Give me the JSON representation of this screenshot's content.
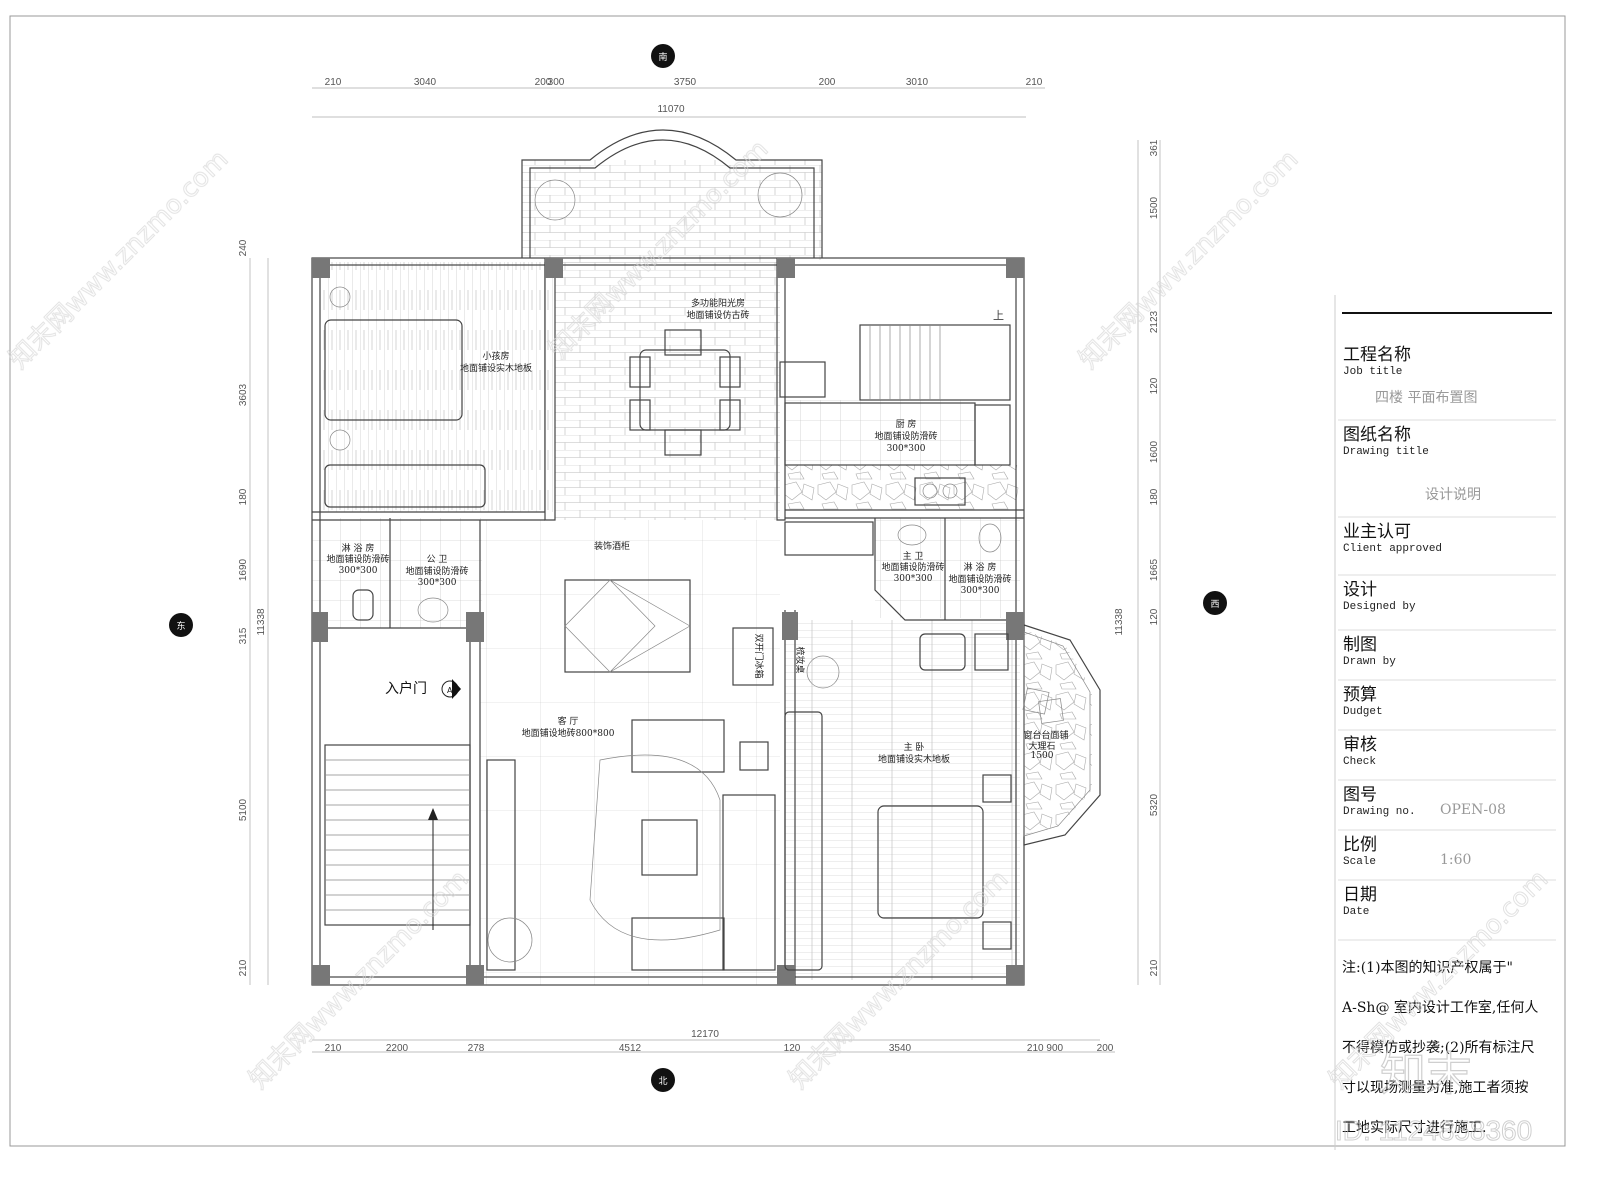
{
  "compass": {
    "south": "南",
    "north": "北",
    "east": "东",
    "west": "西"
  },
  "dimensions": {
    "top": [
      "210",
      "3040",
      "200",
      "300",
      "3750",
      "200",
      "3010",
      "210"
    ],
    "top_total": "11070",
    "bottom": [
      "210",
      "2200",
      "278",
      "4512",
      "120",
      "3540",
      "210 900",
      "200"
    ],
    "bottom_total": "12170",
    "left": [
      "240",
      "3603",
      "180",
      "1690",
      "315",
      "5100",
      "210"
    ],
    "left_total": "11338",
    "right": [
      "361",
      "1500",
      "2123",
      "120",
      "1600",
      "180",
      "1665",
      "120",
      "5320",
      "210"
    ],
    "right_total": "11338"
  },
  "rooms": {
    "kids_room": {
      "name": "小孩房",
      "floor": "地面铺设实木地板"
    },
    "sunroom": {
      "name": "多功能阳光房",
      "floor": "地面铺设仿古砖"
    },
    "kitchen": {
      "name": "厨 房",
      "floor": "地面铺设防滑砖",
      "size": "300*300"
    },
    "shower_left": {
      "name": "淋 浴 房",
      "floor": "地面铺设防滑砖",
      "size": "300*300"
    },
    "public_wc": {
      "name": "公 卫",
      "floor": "地面铺设防滑砖",
      "size": "300*300"
    },
    "wine_cabinet": {
      "name": "装饰酒柜"
    },
    "master_bath": {
      "name": "主 卫",
      "floor": "地面铺设防滑砖",
      "size": "300*300"
    },
    "shower_right": {
      "name": "淋 浴 房",
      "floor": "地面铺设防滑砖",
      "size": "300*300"
    },
    "fridge": {
      "name": "双开门冰箱"
    },
    "dresser": {
      "name": "梳妆桌"
    },
    "living_room": {
      "name": "客 厅",
      "floor": "地面铺设地砖800*800"
    },
    "master_bedroom": {
      "name": "主 卧",
      "floor": "地面铺设实木地板"
    },
    "bay_window": {
      "line1": "窗台台面铺",
      "line2": "大理石",
      "line3": "1500"
    },
    "entrance": {
      "name": "入户门",
      "marker": "A"
    },
    "stairs_up": {
      "name": "上"
    }
  },
  "title_block": {
    "rows": [
      {
        "cn": "工程名称",
        "en": "Job title",
        "value": "四楼  平面布置图"
      },
      {
        "cn": "图纸名称",
        "en": "Drawing title",
        "value": "设计说明"
      },
      {
        "cn": "业主认可",
        "en": "Client approved",
        "value": ""
      },
      {
        "cn": "设计",
        "en": "Designed by",
        "value": ""
      },
      {
        "cn": "制图",
        "en": "Drawn by",
        "value": ""
      },
      {
        "cn": "预算",
        "en": "Dudget",
        "value": ""
      },
      {
        "cn": "审核",
        "en": "Check",
        "value": ""
      },
      {
        "cn": "图号",
        "en": "Drawing no.",
        "value": "OPEN-08"
      },
      {
        "cn": "比例",
        "en": "Scale",
        "value": "1:60"
      },
      {
        "cn": "日期",
        "en": "Date",
        "value": ""
      }
    ],
    "notes": [
      "注:(1)本图的知识产权属于\"",
      "A-Sh@ 室内设计工作室,任何人",
      "不得模仿或抄袭;(2)所有标注尺",
      "寸以现场测量为准,施工者须按",
      "工地实际尺寸进行施工."
    ]
  },
  "watermark": {
    "text": "知末网www.znzmo.com",
    "logo": "知末",
    "id": "ID: 1124858360"
  }
}
